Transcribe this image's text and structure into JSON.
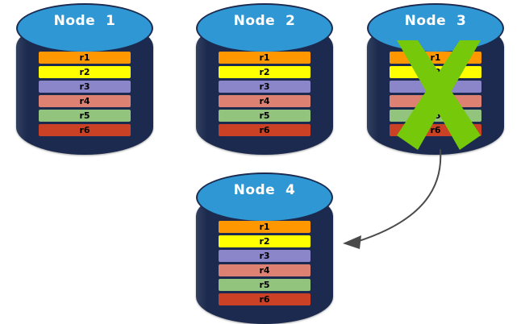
{
  "diagram": {
    "title": "",
    "background": "#ffffff",
    "colors": {
      "cylinder_body": "#1b2a4e",
      "cylinder_top": "#2f97d4",
      "cross": "#76c80a",
      "arrow": "#4a4a4a",
      "label_text": "#ffffff",
      "row_text": "#000000"
    },
    "nodes": [
      {
        "id": "node-1",
        "label": "Node  1",
        "failed": false,
        "rows": [
          {
            "label": "r1",
            "color": "#ff9800"
          },
          {
            "label": "r2",
            "color": "#ffff00"
          },
          {
            "label": "r3",
            "color": "#8b85c9"
          },
          {
            "label": "r4",
            "color": "#dd8273"
          },
          {
            "label": "r5",
            "color": "#92c47d"
          },
          {
            "label": "r6",
            "color": "#cb4125"
          }
        ]
      },
      {
        "id": "node-2",
        "label": "Node  2",
        "failed": false,
        "rows": [
          {
            "label": "r1",
            "color": "#ff9800"
          },
          {
            "label": "r2",
            "color": "#ffff00"
          },
          {
            "label": "r3",
            "color": "#8b85c9"
          },
          {
            "label": "r4",
            "color": "#dd8273"
          },
          {
            "label": "r5",
            "color": "#92c47d"
          },
          {
            "label": "r6",
            "color": "#cb4125"
          }
        ]
      },
      {
        "id": "node-3",
        "label": "Node  3",
        "failed": true,
        "rows": [
          {
            "label": "r1",
            "color": "#ff9800"
          },
          {
            "label": "r2",
            "color": "#ffff00"
          },
          {
            "label": "r3",
            "color": "#8b85c9"
          },
          {
            "label": "r4",
            "color": "#dd8273"
          },
          {
            "label": "r5",
            "color": "#92c47d"
          },
          {
            "label": "r6",
            "color": "#cb4125"
          }
        ]
      },
      {
        "id": "node-4",
        "label": "Node  4",
        "failed": false,
        "rows": [
          {
            "label": "r1",
            "color": "#ff9800"
          },
          {
            "label": "r2",
            "color": "#ffff00"
          },
          {
            "label": "r3",
            "color": "#8b85c9"
          },
          {
            "label": "r4",
            "color": "#dd8273"
          },
          {
            "label": "r5",
            "color": "#92c47d"
          },
          {
            "label": "r6",
            "color": "#cb4125"
          }
        ]
      }
    ],
    "annotations": {
      "failure_mark": "cross-mark",
      "arrow": {
        "from": "node-3",
        "to": "node-4",
        "label": ""
      }
    }
  }
}
